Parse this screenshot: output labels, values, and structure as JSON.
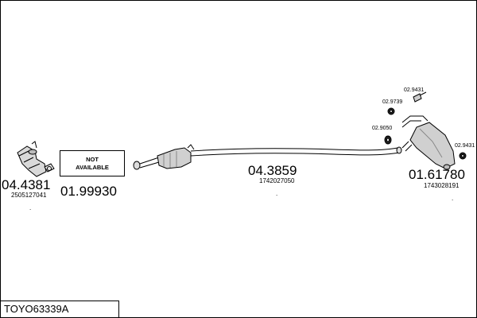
{
  "parts": {
    "cat_left": {
      "code": "04.4381",
      "ref": "2505127041"
    },
    "not_available": {
      "code": "01.99930",
      "line1": "NOT",
      "line2": "AVAILABLE"
    },
    "mid_pipe": {
      "code": "04.3859",
      "ref": "1742027050"
    },
    "rear_silencer": {
      "code": "01.61780",
      "ref": "1743028191"
    },
    "bracket_a": {
      "code": "02.9431"
    },
    "bracket_b": {
      "code": "02.9739"
    },
    "clamp": {
      "code": "02.9050"
    },
    "bracket_c": {
      "code": "02.9431"
    }
  },
  "footer": {
    "model_code": "TOYO63339A"
  }
}
